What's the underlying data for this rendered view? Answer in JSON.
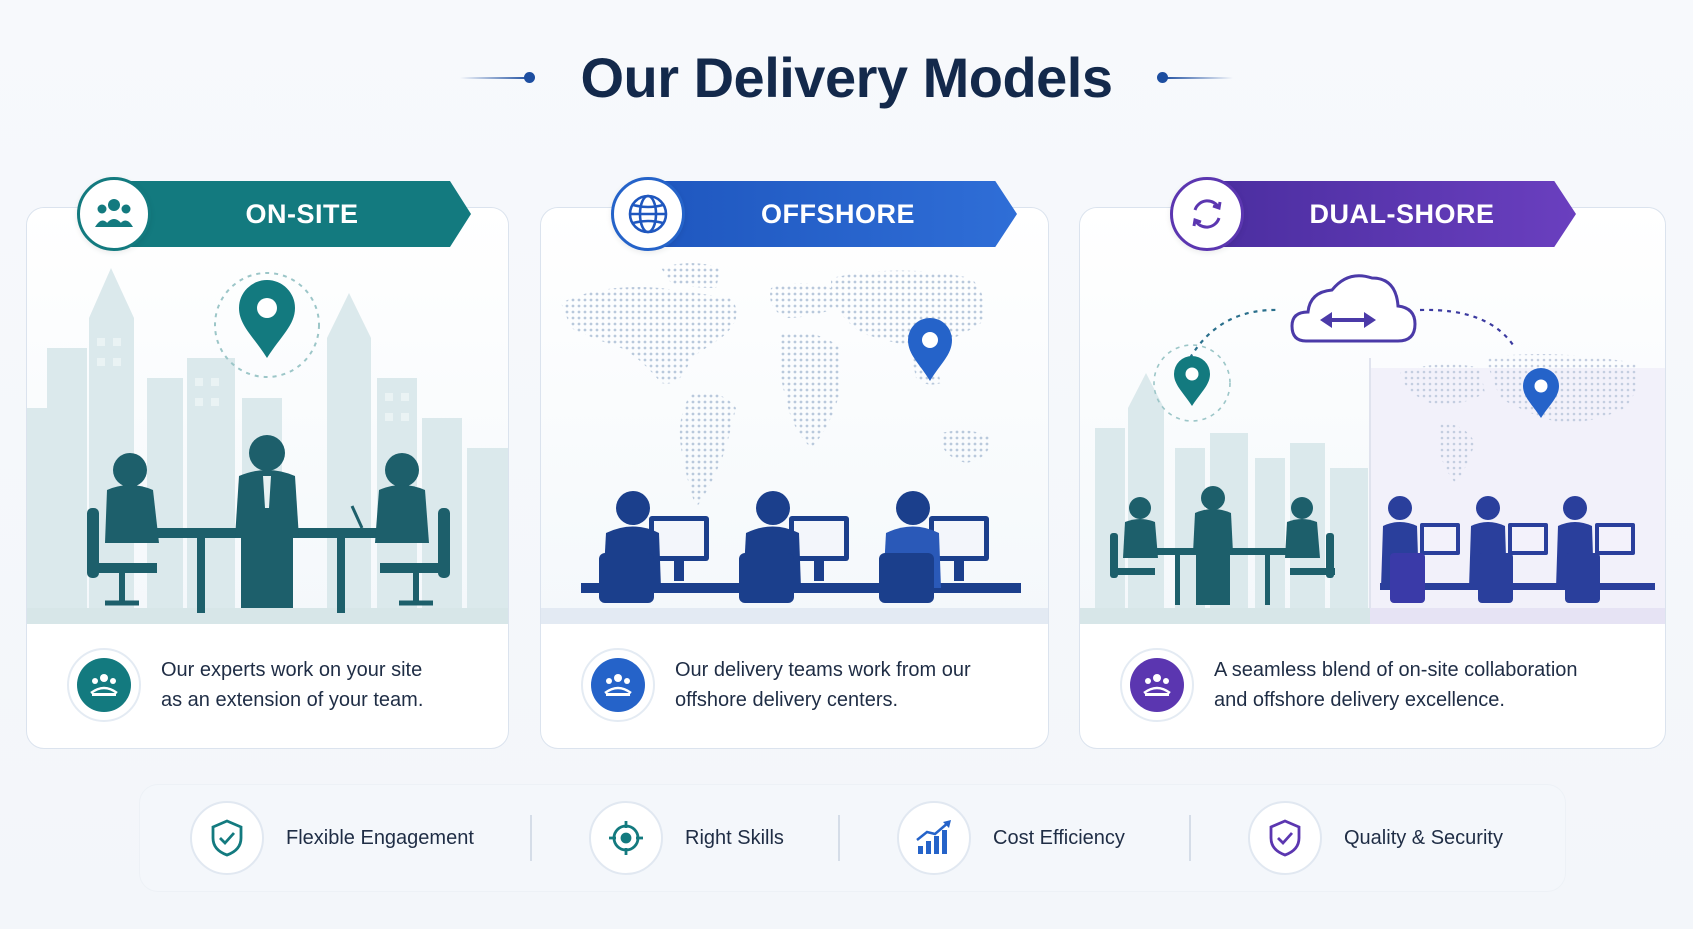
{
  "title": "Our Delivery Models",
  "colors": {
    "title": "#13294b",
    "onsite": "#137a7f",
    "offshore": "#2563c9",
    "dualshore": "#5b36b0"
  },
  "models": [
    {
      "label": "ON-SITE",
      "badge_icon": "team-icon",
      "description_line1": "Our experts work on your site",
      "description_line2": "as an extension of your team.",
      "desc_icon": "team-meeting-icon"
    },
    {
      "label": "OFFSHORE",
      "badge_icon": "globe-icon",
      "description_line1": "Our delivery teams work from our",
      "description_line2": "offshore delivery centers.",
      "desc_icon": "team-meeting-icon"
    },
    {
      "label": "DUAL-SHORE",
      "badge_icon": "sync-icon",
      "description_line1": "A seamless blend of on-site collaboration",
      "description_line2": "and offshore delivery excellence.",
      "desc_icon": "team-meeting-icon"
    }
  ],
  "benefits": [
    {
      "label": "Flexible Engagement",
      "icon": "shield-check-icon"
    },
    {
      "label": "Right Skills",
      "icon": "target-icon"
    },
    {
      "label": "Cost Efficiency",
      "icon": "growth-chart-icon"
    },
    {
      "label": "Quality & Security",
      "icon": "shield-check-icon"
    }
  ]
}
